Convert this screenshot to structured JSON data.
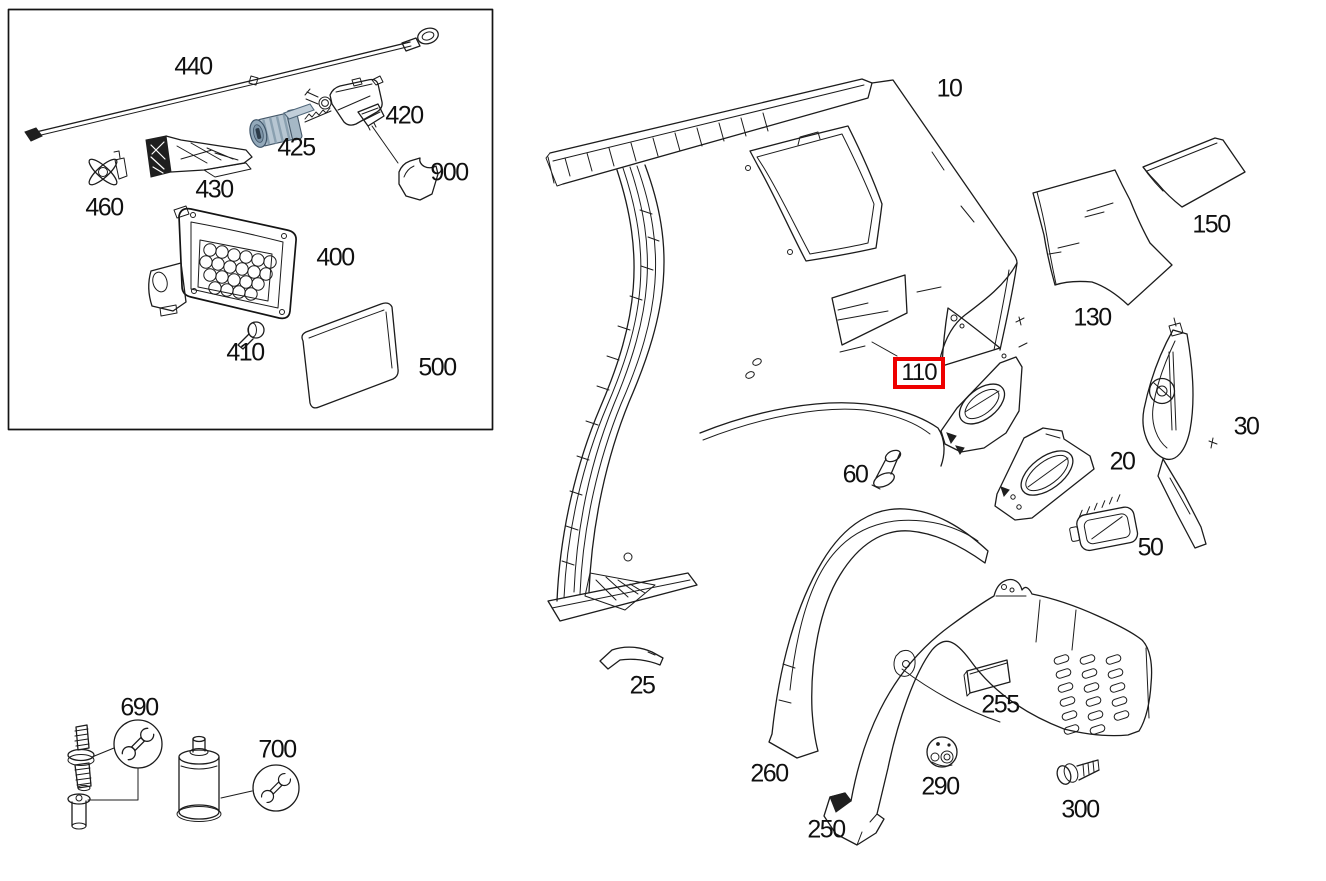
{
  "diagram": {
    "type": "vehicle-parts-exploded-diagram",
    "subject": "rear quarter panel / fender and fuel filler flap assembly",
    "selected_callout": "110",
    "colors": {
      "background": "#ffffff",
      "line": "#1c1c1c",
      "highlight_box": "#ee0000",
      "lock_cylinder_shade": "#b7c6d2",
      "lock_cylinder_shade_dark": "#8aa0b0"
    },
    "icons": {
      "tool_690": "wrench-icon",
      "tool_700": "wrench-icon"
    },
    "groups": {
      "inset": [
        "440",
        "420",
        "425",
        "430",
        "460",
        "900",
        "400",
        "410",
        "500"
      ],
      "main": [
        "10",
        "150",
        "130",
        "110",
        "30",
        "20",
        "50",
        "60",
        "25",
        "260",
        "250",
        "255",
        "290",
        "300"
      ],
      "tools": [
        "690",
        "700"
      ]
    }
  },
  "labels": {
    "p10": "10",
    "p20": "20",
    "p25": "25",
    "p30": "30",
    "p50": "50",
    "p60": "60",
    "p110": "110",
    "p130": "130",
    "p150": "150",
    "p250": "250",
    "p255": "255",
    "p260": "260",
    "p290": "290",
    "p300": "300",
    "p400": "400",
    "p410": "410",
    "p420": "420",
    "p425": "425",
    "p430": "430",
    "p440": "440",
    "p460": "460",
    "p500": "500",
    "p690": "690",
    "p700": "700",
    "p900": "900"
  }
}
